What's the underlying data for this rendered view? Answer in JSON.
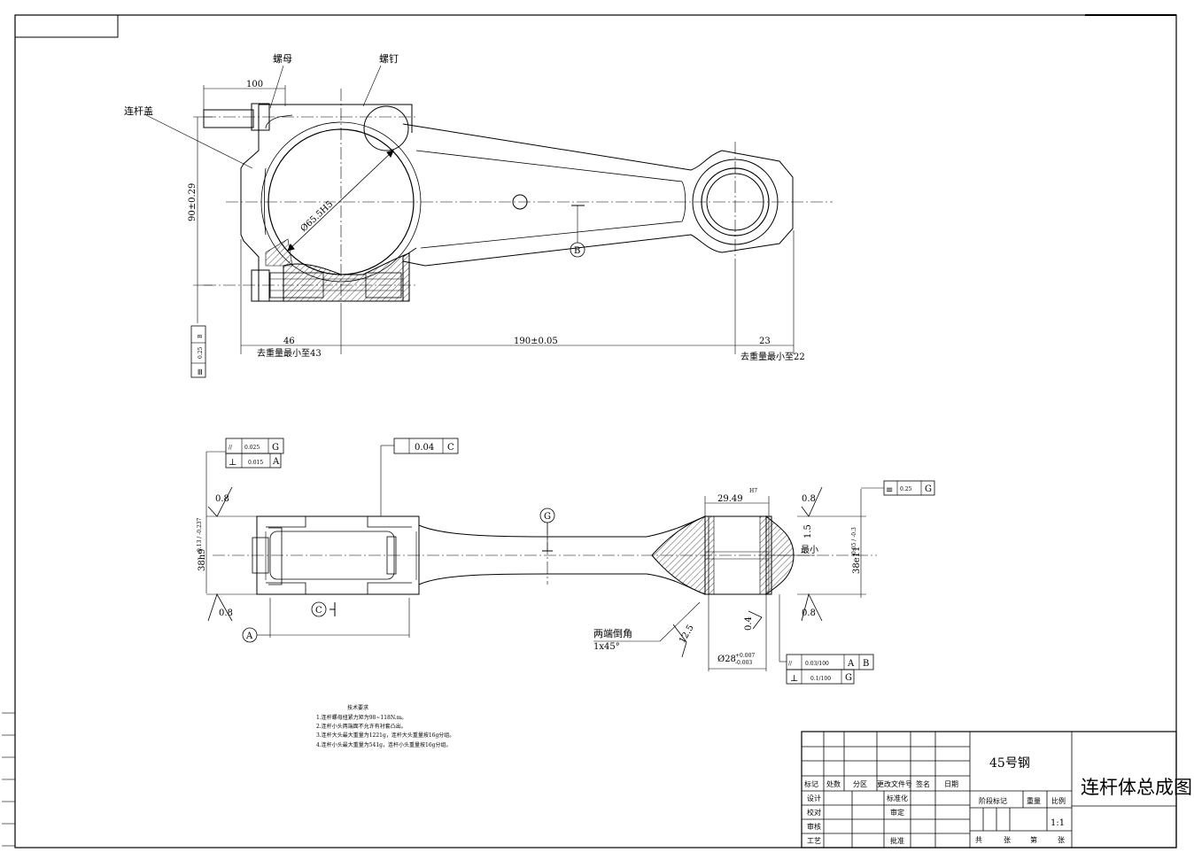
{
  "labels": {
    "nut": "螺母",
    "bolt": "螺钉",
    "cap": "连杆盖"
  },
  "top_view": {
    "dim_100": "100",
    "dim_90": "90±0.29",
    "dim_bore": "Ø65.5H5",
    "dim_46": "46",
    "dim_190": "190±0.05",
    "dim_23": "23",
    "remove_43": "去重量最小至43",
    "remove_22": "去重量最小至22",
    "datum_b": "B",
    "tol_left_val": "0.25",
    "tol_left_ref": "B",
    "tol_left_sym": "≡"
  },
  "side_view": {
    "fcf1_sym": "//",
    "fcf1_val": "0.025",
    "fcf1_ref": "G",
    "fcf2_sym": "⊥",
    "fcf2_val": "0.015",
    "fcf2_ref": "A",
    "fcf3_val": "0.04",
    "fcf3_ref": "C",
    "fcf4_sym": "≡",
    "fcf4_val": "0.25",
    "fcf4_ref": "G",
    "fcf5_sym": "//",
    "fcf5_val": "0.03/100",
    "fcf5_ref1": "A",
    "fcf5_ref2": "B",
    "fcf6_sym": "⊥",
    "fcf6_val": "0.1/100",
    "fcf6_ref": "G",
    "rough_08a": "0.8",
    "rough_08b": "0.8",
    "rough_08c": "0.8",
    "rough_08d": "0.8",
    "rough_125": "12.5",
    "rough_04": "0.4",
    "dim_38_left": "38h9",
    "dim_38_left_tol": "-0.13 / -0.237",
    "dim_2949": "29.49",
    "dim_2949_tol": "H7",
    "dim_15": "1.5",
    "min_text": "最小",
    "dim_38_right": "38e11",
    "dim_38_right_tol": "-0.05 / -0.3",
    "dim_28": "Ø28",
    "dim_28_tol_up": "+0.007",
    "dim_28_tol_dn": "-0.003",
    "chamfer_1": "两端倒角",
    "chamfer_2": "1x45°",
    "datum_a": "A",
    "datum_c": "C",
    "datum_g": "G"
  },
  "notes": {
    "title": "技术要求",
    "lines": [
      "1.连杆螺母扭紧力矩为98~118N.m。",
      "2.连杆小头两端面不允许有衬套凸出。",
      "3.连杆大头最大重量为1221g，连杆大头重量按16g分组。",
      "4.连杆小头最大重量为541g，连杆小头重量按16g分组。"
    ]
  },
  "title_block": {
    "material": "45号钢",
    "drawing_name": "连杆体总成图",
    "row_headers": [
      "标记",
      "处数",
      "分区",
      "更改文件号",
      "签名",
      "日期"
    ],
    "design": "设计",
    "standard": "标准化",
    "check": "校对",
    "audit": "审定",
    "review": "审核",
    "process": "工艺",
    "approve": "批准",
    "stage": "阶段标记",
    "weight": "重量",
    "scale_h": "比例",
    "scale": "1:1",
    "total": "共",
    "sheets": "张",
    "no": "第",
    "sheet": "张"
  }
}
